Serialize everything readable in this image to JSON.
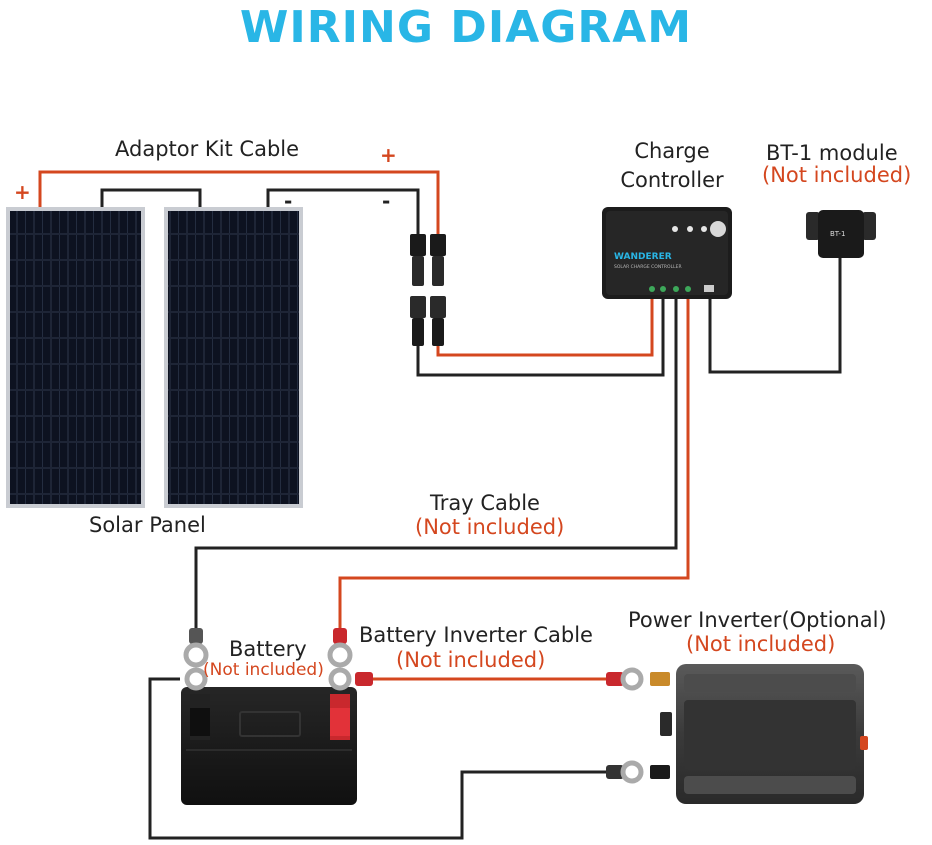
{
  "title": "WIRING DIAGRAM",
  "labels": {
    "adaptor_kit_cable": "Adaptor Kit Cable",
    "charge_controller_line1": "Charge",
    "charge_controller_line2": "Controller",
    "bt1_module": "BT-1 module",
    "bt1_not_included": "(Not included)",
    "solar_panel": "Solar Panel",
    "tray_cable": "Tray Cable",
    "tray_not_included": "(Not included)",
    "battery": "Battery",
    "battery_not_included": "(Not included)",
    "battery_inverter_cable": "Battery Inverter Cable",
    "battery_inverter_not_included": "(Not included)",
    "power_inverter": "Power Inverter(Optional)",
    "power_inverter_not_included": "(Not included)"
  },
  "signs": {
    "plus_panel": "+",
    "plus_adaptor": "+",
    "minus_panel": "-",
    "minus_adaptor": "-"
  },
  "controller": {
    "brand": "WANDERER",
    "subtitle": "SOLAR CHARGE CONTROLLER"
  },
  "bt_module": {
    "text": "BT-1"
  },
  "colors": {
    "title": "#29b6e6",
    "positive_wire": "#d4471f",
    "negative_wire": "#222222",
    "note_text": "#d4471f"
  }
}
